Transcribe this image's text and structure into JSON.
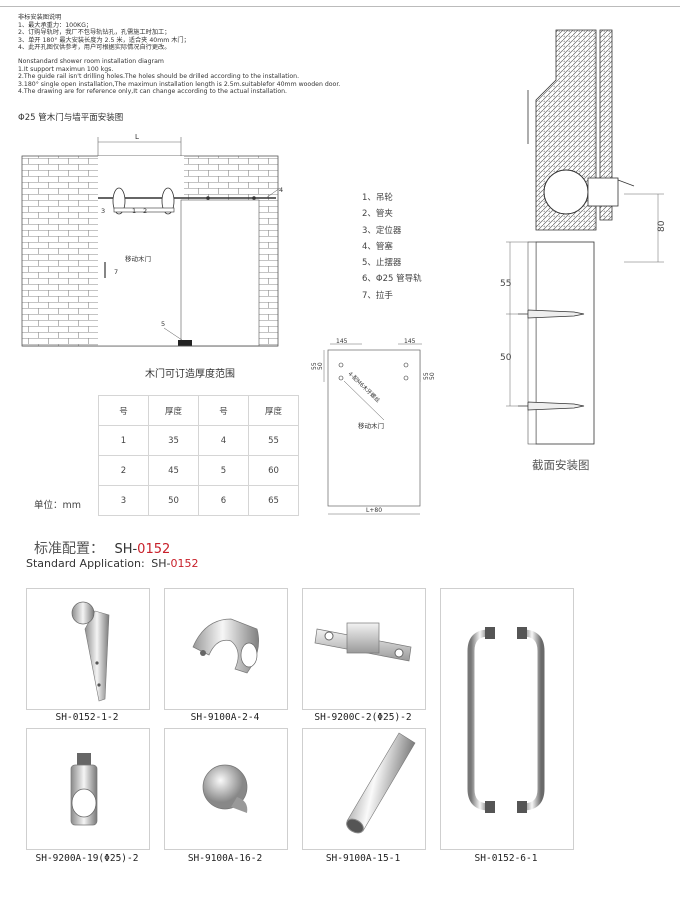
{
  "notes_cn": [
    "非标安装图说明",
    "1、最大承重力：100KG；",
    "2、订购导轨时，我厂不包导轨钻孔，孔需施工时加工；",
    "3、单开 180° 最大安装长度为 2.5 米，适合夹 40mm 木门；",
    "4、此开孔图仅供参考，用户可根据实际情况自行更改。"
  ],
  "notes_en": [
    "Nonstandard shower room installation diagram",
    "1.It support maximun 100 kgs.",
    "2.The guide rail isn't drilling holes.The holes should be drilled according to the installation.",
    "3.180°  single open installation,The maximun installation length is 2.5m.suitablefor 40mm wooden door.",
    "4.The drawing are for reference only,It can change according to the actual installation."
  ],
  "subtitle": "Φ25 管木门与墙平面安装图",
  "wall_diagram": {
    "dim_L": "L",
    "door_label": "移动木门",
    "callouts": [
      "1",
      "2",
      "3",
      "4",
      "5",
      "7"
    ]
  },
  "parts_list": [
    "1、吊轮",
    "2、管夹",
    "3、定位器",
    "4、管塞",
    "5、止摆器",
    "6、Φ25 管导轨",
    "7、拉手"
  ],
  "door_diagram": {
    "dim_top_left": "145",
    "dim_top_right": "145",
    "dim_left_a": "55",
    "dim_left_b": "50",
    "dim_right_a": "55",
    "dim_right_b": "50",
    "dim_bottom": "L+80",
    "bolt_label": "4-配M6木牙螺丝",
    "door_label": "移动木门"
  },
  "section_diagram": {
    "dim_80": "80",
    "dim_55": "55",
    "dim_50": "50",
    "caption": "截面安装图"
  },
  "thickness_table": {
    "title": "木门可订造厚度范围",
    "headers": [
      "号",
      "厚度",
      "号",
      "厚度"
    ],
    "rows": [
      [
        "1",
        "35",
        "4",
        "55"
      ],
      [
        "2",
        "45",
        "5",
        "60"
      ],
      [
        "3",
        "50",
        "6",
        "65"
      ]
    ],
    "unit": "单位：mm"
  },
  "standard": {
    "cn_label": "标准配置：",
    "en_label": "Standard Application:",
    "code_prefix": "SH-",
    "code_suffix": "0152"
  },
  "products": [
    {
      "code": "SH-0152-1-2"
    },
    {
      "code": "SH-9100A-2-4"
    },
    {
      "code": "SH-9200C-2(Φ25)-2"
    },
    {
      "code": "SH-0152-6-1"
    },
    {
      "code": "SH-9200A-19(Φ25)-2"
    },
    {
      "code": "SH-9100A-16-2"
    },
    {
      "code": "SH-9100A-15-1"
    }
  ]
}
